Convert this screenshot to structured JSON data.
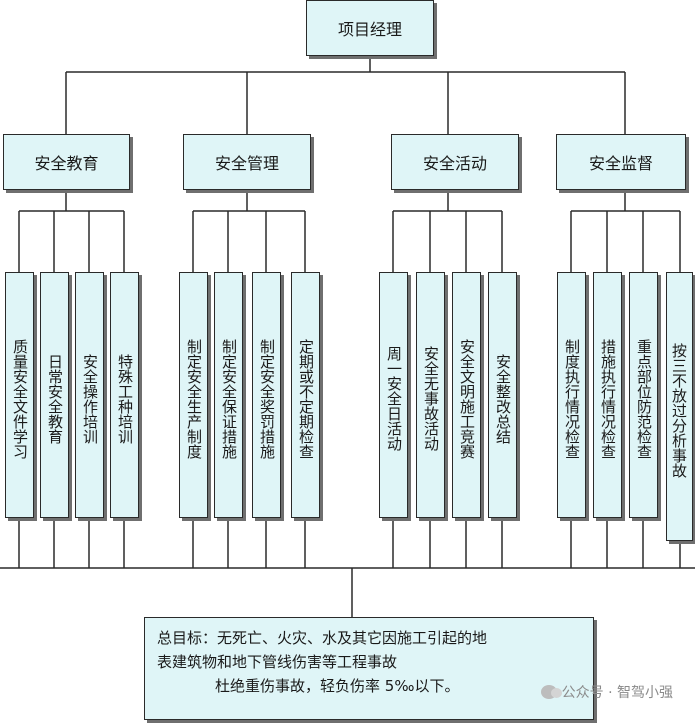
{
  "root": "项目经理",
  "categories": [
    {
      "label": "安全教育",
      "children": [
        "质量安全文件学习",
        "日常安全教育",
        "安全操作培训",
        "特殊工种培训"
      ]
    },
    {
      "label": "安全管理",
      "children": [
        "制定安全生产制度",
        "制定安全保证措施",
        "制定安全奖罚措施",
        "定期或不定期检查"
      ]
    },
    {
      "label": "安全活动",
      "children": [
        "周一安全日活动",
        "安全无事故活动",
        "安全文明施工竞赛",
        "安全整改总结"
      ]
    },
    {
      "label": "安全监督",
      "children": [
        "制度执行情况检查",
        "措施执行情况检查",
        "重点部位防范检查",
        "按三不放过分析事故"
      ]
    }
  ],
  "goal": {
    "line1": "总目标：无死亡、火灾、水及其它因施工引起的地",
    "line2": "表建筑物和地下管线伤害等工程事故",
    "line3": "杜绝重伤事故，轻负伤率 5‰以下。"
  },
  "watermark": {
    "icon": "wechat-icon",
    "text": "公众号 · 智驾小强"
  }
}
